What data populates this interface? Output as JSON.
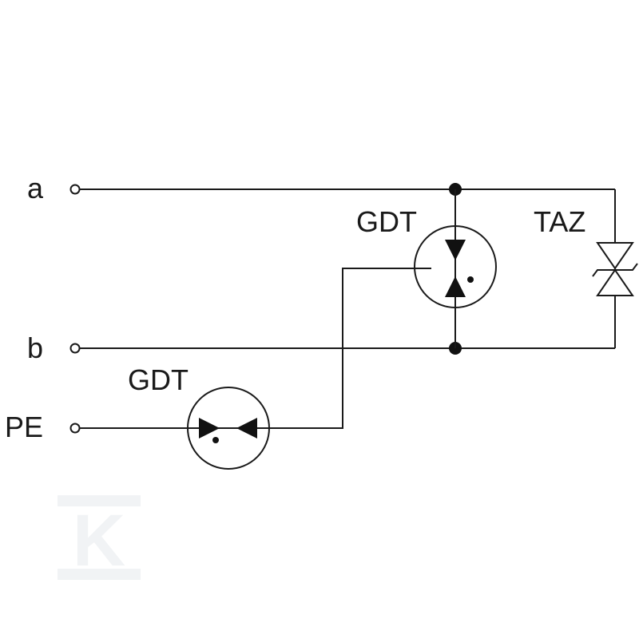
{
  "terminals": {
    "a": "a",
    "b": "b",
    "pe": "PE"
  },
  "components": {
    "gdt_bridge": "GDT",
    "gdt_ground": "GDT",
    "taz": "TAZ"
  },
  "watermark": {
    "letter": "K",
    "color": "#f2f4f6"
  },
  "colors": {
    "line": "#1a1a1a",
    "background": "#ffffff"
  }
}
